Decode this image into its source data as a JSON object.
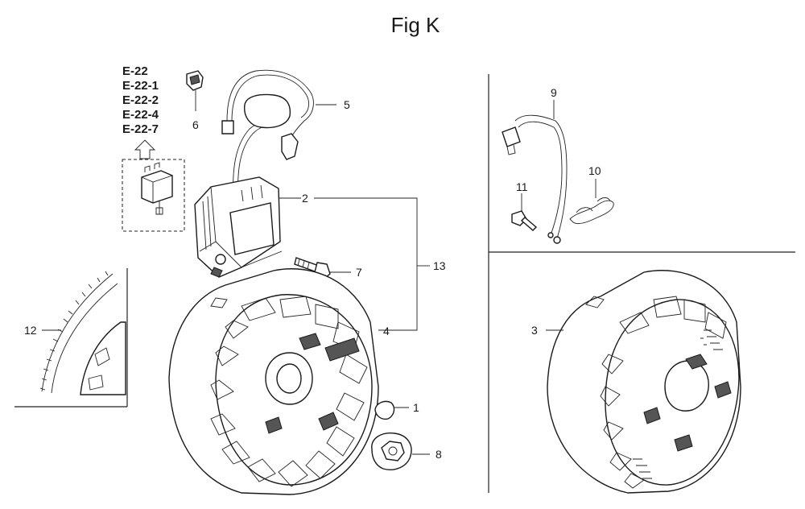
{
  "title": "Fig K",
  "reference_list": [
    "E-22",
    "E-22-1",
    "E-22-2",
    "E-22-4",
    "E-22-7"
  ],
  "callouts": {
    "c1": "1",
    "c2": "2",
    "c3": "3",
    "c4": "4",
    "c5": "5",
    "c6": "6",
    "c7": "7",
    "c8": "8",
    "c9": "9",
    "c10": "10",
    "c11": "11",
    "c12": "12",
    "c13": "13"
  }
}
